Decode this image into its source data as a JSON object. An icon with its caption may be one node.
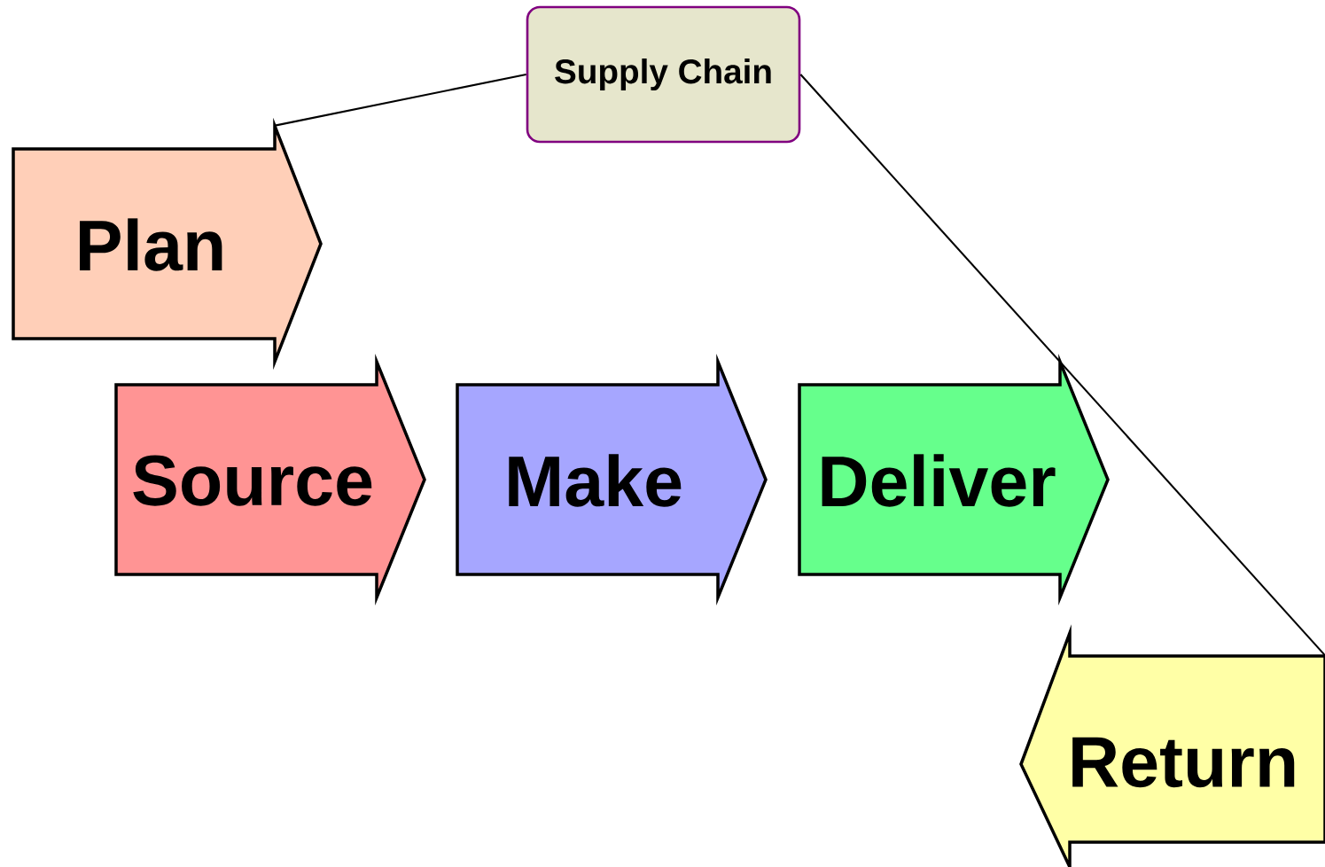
{
  "diagram": {
    "nodes": [
      {
        "text": [
          "Supply Chain"
        ]
      },
      {
        "text": [
          "Plan"
        ]
      },
      {
        "text": [
          "Source"
        ]
      },
      {
        "text": [
          "Make"
        ]
      },
      {
        "text": [
          "Deliver"
        ]
      },
      {
        "text": [
          "Return"
        ]
      }
    ],
    "edges": [
      {
        "from": 0,
        "to": 1,
        "arrow": "none"
      },
      {
        "from": 0,
        "to": 5,
        "arrow": "none"
      }
    ]
  }
}
